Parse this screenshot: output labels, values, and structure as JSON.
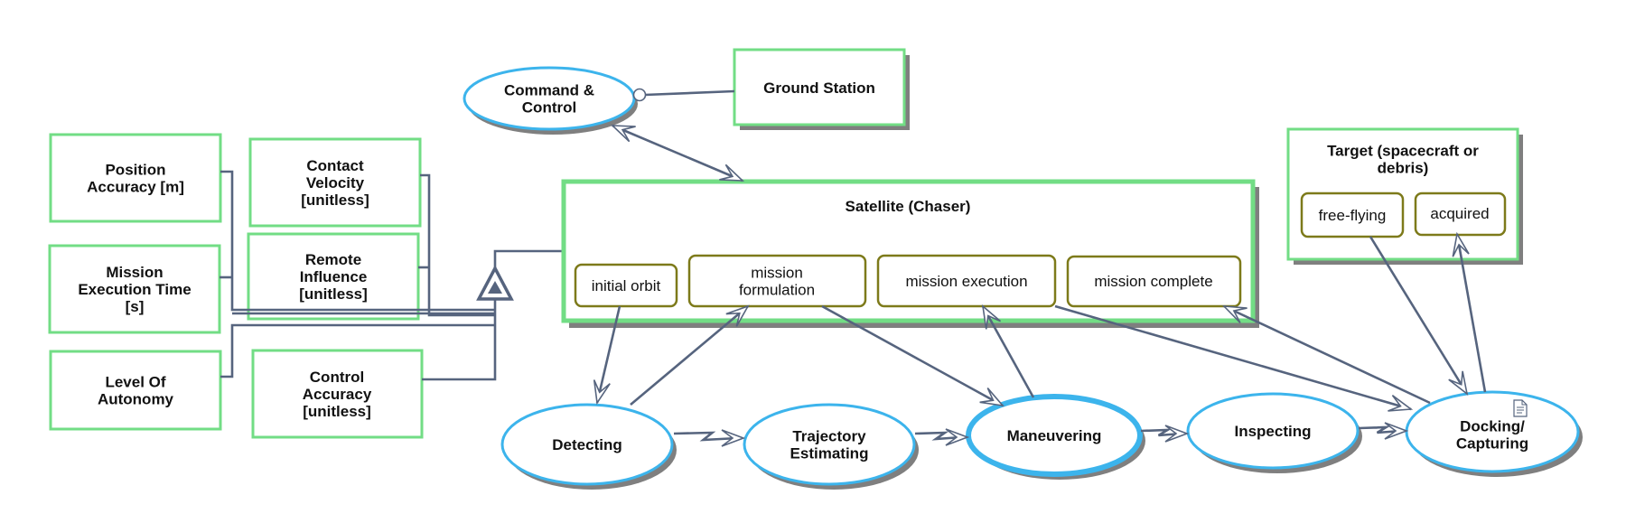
{
  "diagram": {
    "type": "OPM object-process diagram",
    "colors": {
      "object_border": "#72dd85",
      "process_border": "#3cb4ec",
      "state_border": "#7d7a1a",
      "link": "#56647e",
      "shadow": "#7f7f7f"
    },
    "objects": {
      "position_accuracy": [
        "Position",
        "Accuracy [m]"
      ],
      "contact_velocity": [
        "Contact",
        "Velocity",
        "[unitless]"
      ],
      "mission_execution_time": [
        "Mission",
        "Execution Time",
        "[s]"
      ],
      "remote_influence": [
        "Remote",
        "Influence",
        "[unitless]"
      ],
      "level_of_autonomy": [
        "Level Of",
        "Autonomy"
      ],
      "control_accuracy": [
        "Control",
        "Accuracy",
        "[unitless]"
      ],
      "ground_station": [
        "Ground Station"
      ],
      "satellite": {
        "title": "Satellite (Chaser)",
        "states": {
          "initial_orbit": [
            "initial orbit"
          ],
          "mission_formulation": [
            "mission",
            "formulation"
          ],
          "mission_execution": [
            "mission execution"
          ],
          "mission_complete": [
            "mission complete"
          ]
        }
      },
      "target": {
        "title": [
          "Target (spacecraft or",
          "debris)"
        ],
        "states": {
          "free_flying": [
            "free-flying"
          ],
          "acquired": [
            "acquired"
          ]
        }
      }
    },
    "processes": {
      "command_control": [
        "Command &",
        "Control"
      ],
      "detecting": [
        "Detecting"
      ],
      "trajectory_estimating": [
        "Trajectory",
        "Estimating"
      ],
      "maneuvering": [
        "Maneuvering"
      ],
      "inspecting": [
        "Inspecting"
      ],
      "docking_capturing": [
        "Docking/",
        "Capturing"
      ]
    },
    "links": [
      {
        "from": "Ground Station",
        "to": "Command & Control",
        "kind": "agent"
      },
      {
        "from": "Command & Control",
        "to": "Satellite (Chaser)",
        "kind": "bidirectional"
      },
      {
        "from": "Satellite (Chaser)",
        "to": "attributes",
        "kind": "exhibition"
      },
      {
        "from": "initial orbit",
        "to": "Detecting",
        "kind": "consumption"
      },
      {
        "from": "Detecting",
        "to": "mission formulation",
        "kind": "result"
      },
      {
        "from": "mission formulation",
        "to": "Maneuvering",
        "kind": "consumption"
      },
      {
        "from": "Maneuvering",
        "to": "mission execution",
        "kind": "result"
      },
      {
        "from": "mission execution",
        "to": "Docking/Capturing",
        "kind": "consumption"
      },
      {
        "from": "Docking/Capturing",
        "to": "mission complete",
        "kind": "result"
      },
      {
        "from": "free-flying",
        "to": "Docking/Capturing",
        "kind": "consumption"
      },
      {
        "from": "Docking/Capturing",
        "to": "acquired",
        "kind": "result"
      },
      {
        "from": "Detecting",
        "to": "Trajectory Estimating",
        "kind": "invocation"
      },
      {
        "from": "Trajectory Estimating",
        "to": "Maneuvering",
        "kind": "invocation"
      },
      {
        "from": "Maneuvering",
        "to": "Inspecting",
        "kind": "invocation"
      },
      {
        "from": "Inspecting",
        "to": "Docking/Capturing",
        "kind": "invocation"
      }
    ],
    "icons": {
      "docking_note": "document-icon"
    }
  }
}
